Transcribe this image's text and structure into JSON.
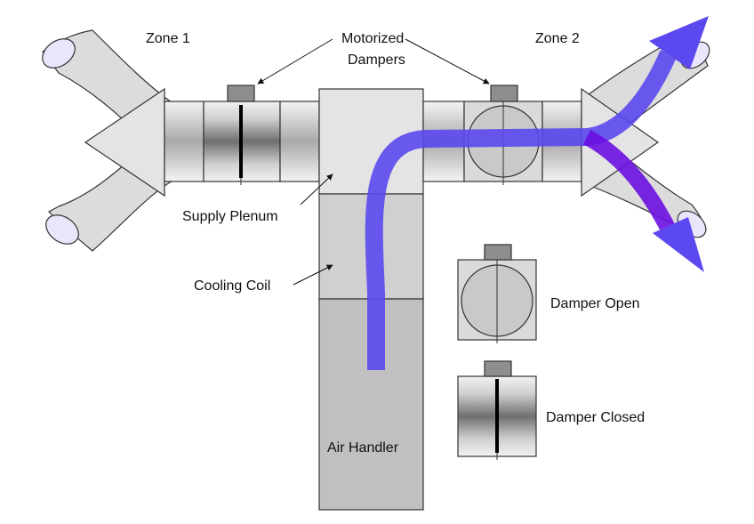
{
  "labels": {
    "zone1": "Zone 1",
    "zone2": "Zone 2",
    "motorized_line1": "Motorized",
    "motorized_line2": "Dampers",
    "supply_plenum": "Supply Plenum",
    "cooling_coil": "Cooling Coil",
    "air_handler": "Air Handler",
    "damper_open": "Damper Open",
    "damper_closed": "Damper Closed"
  },
  "colors": {
    "airflow": "#5b48ee",
    "airflow_dark": "#6a10e0",
    "plenum": "#e4e4e4",
    "coil": "#d0d0d0",
    "air_handler": "#c0c0c0",
    "actuator": "#8e8e8e",
    "flex_duct_end": "#e9e6fb"
  }
}
